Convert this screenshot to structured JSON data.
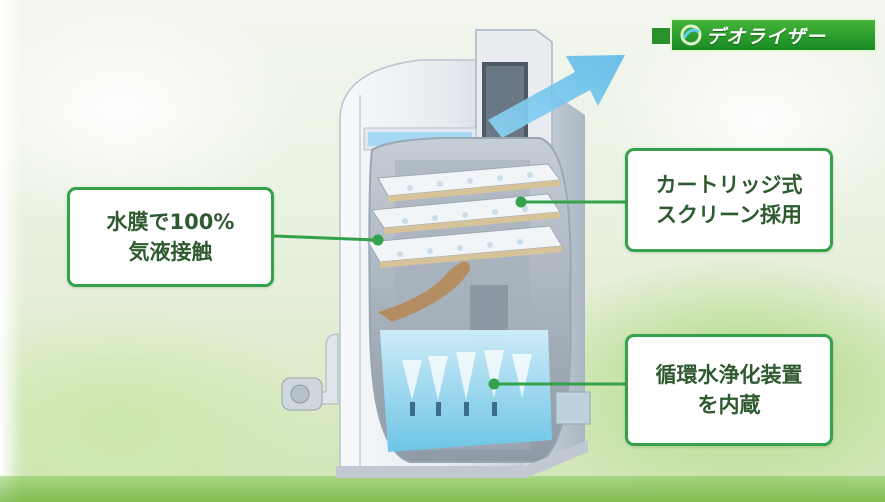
{
  "logo": {
    "text": "デオライザー"
  },
  "callouts": {
    "left": {
      "lines": [
        "水膜で100%",
        "気液接触"
      ]
    },
    "top_right": {
      "lines": [
        "カートリッジ式",
        "スクリーン採用"
      ]
    },
    "bottom_right": {
      "lines": [
        "循環水浄化装置",
        "を内蔵"
      ]
    }
  },
  "colors": {
    "callout_border": "#33a24a",
    "callout_text": "#2f5a2f",
    "logo_green": "#178a22",
    "exhaust_arrow": "#6ec6f0"
  }
}
